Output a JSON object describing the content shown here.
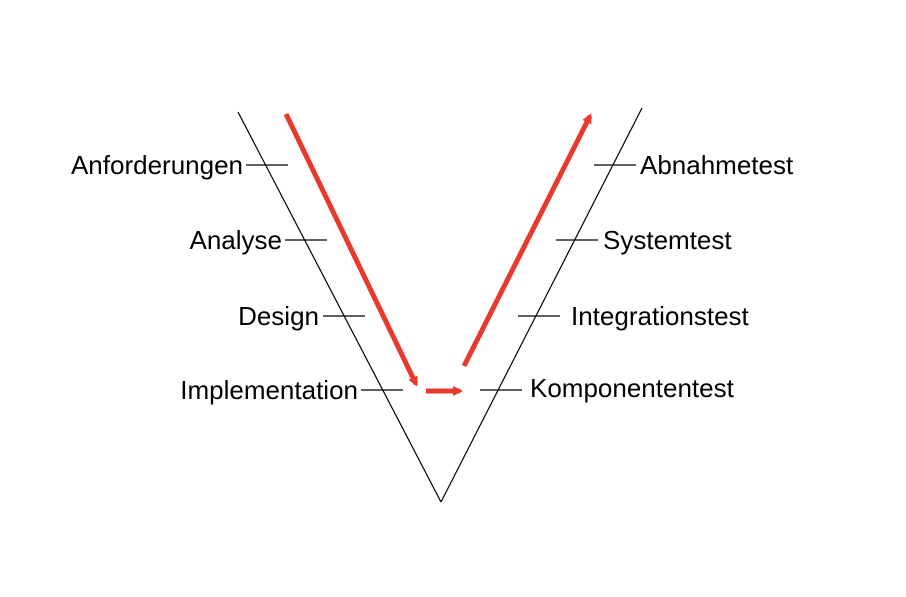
{
  "diagram": {
    "left_phases": [
      "Anforderungen",
      "Analyse",
      "Design",
      "Implementation"
    ],
    "right_phases": [
      "Abnahmetest",
      "Systemtest",
      "Integrationstest",
      "Komponententest"
    ],
    "colors": {
      "line": "#000000",
      "arrow": "#e8392b",
      "text": "#000000",
      "background": "#ffffff"
    }
  }
}
